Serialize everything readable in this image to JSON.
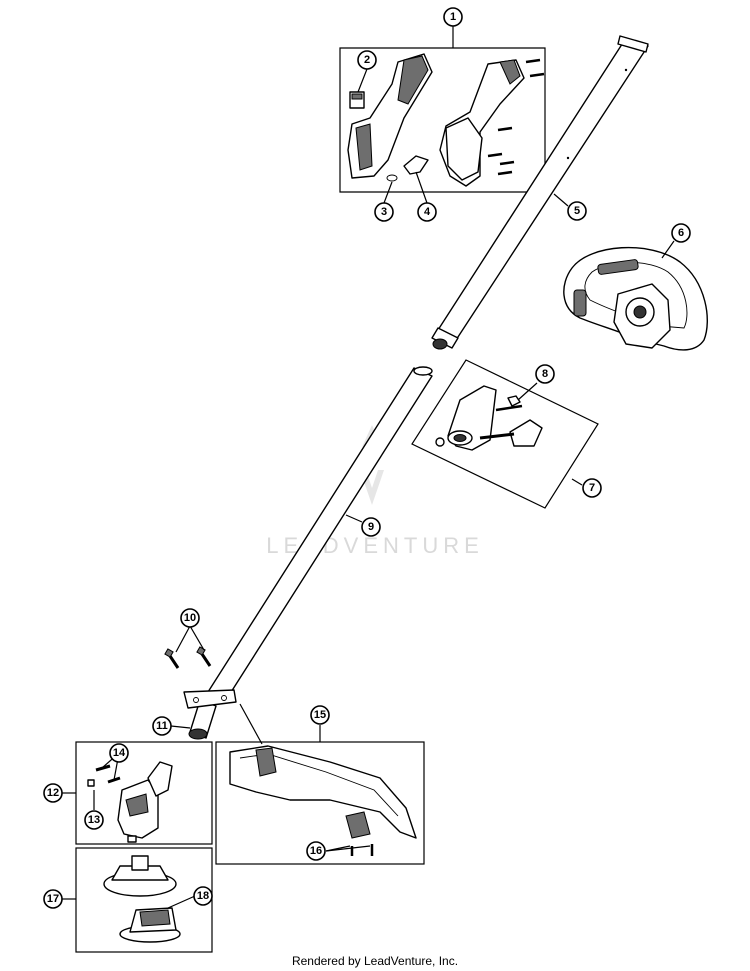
{
  "diagram": {
    "callouts": [
      {
        "id": "1"
      },
      {
        "id": "2"
      },
      {
        "id": "3"
      },
      {
        "id": "4"
      },
      {
        "id": "5"
      },
      {
        "id": "6"
      },
      {
        "id": "7"
      },
      {
        "id": "8"
      },
      {
        "id": "9"
      },
      {
        "id": "10"
      },
      {
        "id": "11"
      },
      {
        "id": "12"
      },
      {
        "id": "13"
      },
      {
        "id": "14"
      },
      {
        "id": "15"
      },
      {
        "id": "16"
      },
      {
        "id": "17"
      },
      {
        "id": "18"
      }
    ],
    "watermark": "LEADVENTURE"
  },
  "footer": {
    "text": "Rendered by LeadVenture, Inc."
  }
}
